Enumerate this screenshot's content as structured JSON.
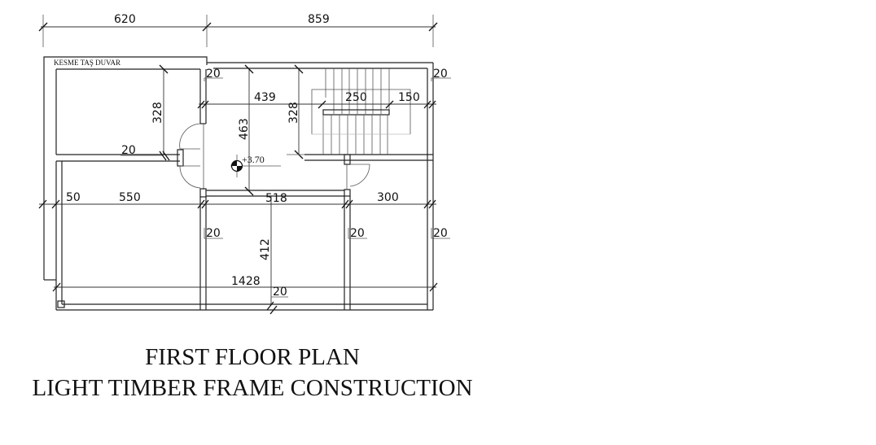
{
  "drawing": {
    "wall_label": "KESME TAŞ DUVAR",
    "elevation_label": "+3.70",
    "dimensions": {
      "top_left": "620",
      "top_right": "859",
      "left_room_height": "328",
      "wall_20_top_left": "20",
      "hall_width": "439",
      "hall_height": "463",
      "stair_height": "328",
      "stair_run": "250",
      "stair_landing": "150",
      "wall_20_top_right": "20",
      "wall_20_mid_left": "20",
      "offset_50": "50",
      "room_550": "550",
      "corridor_518": "518",
      "room_300": "300",
      "wall_20_a": "20",
      "wall_20_b": "20",
      "wall_20_c": "20",
      "room_412": "412",
      "total_1428": "1428",
      "wall_20_bottom": "20"
    }
  },
  "titles": {
    "line1": "FIRST FLOOR PLAN",
    "line2": "LIGHT TIMBER FRAME CONSTRUCTION"
  }
}
